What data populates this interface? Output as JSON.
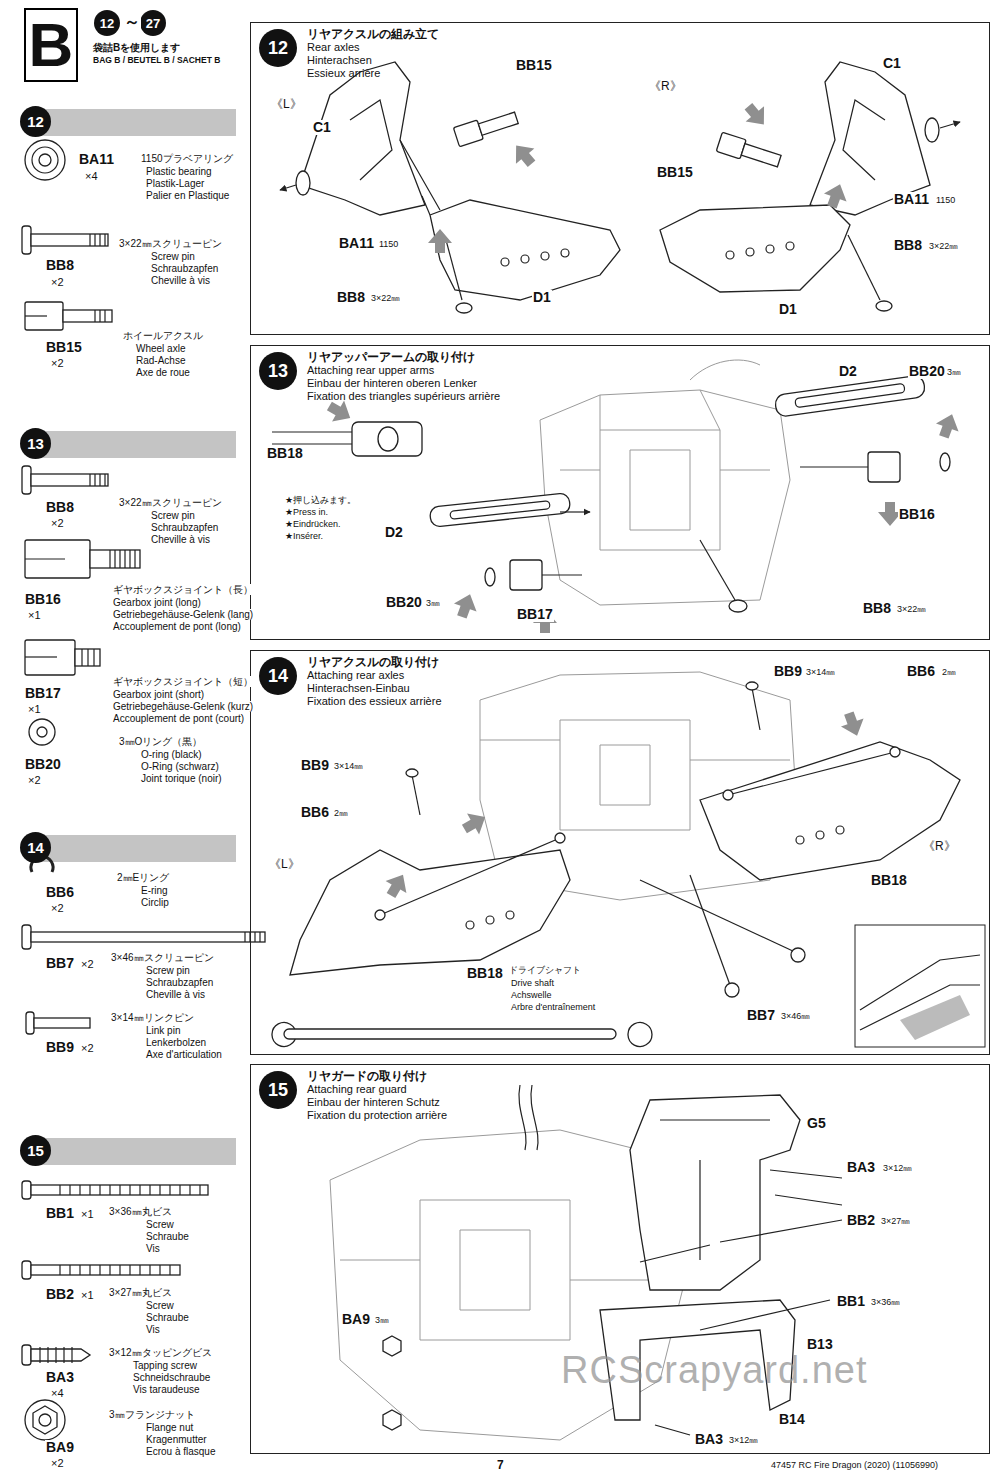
{
  "diagram": {
    "nodes": [
      {
        "text": [
          "B"
        ]
      },
      {
        "text": [
          "12"
        ]
      },
      {
        "text": [
          "27"
        ]
      },
      {
        "text": [
          "12"
        ]
      },
      {
        "text": [
          "13"
        ]
      },
      {
        "text": [
          "14"
        ]
      },
      {
        "text": [
          "15"
        ]
      },
      {
        "text": [
          "リヤアクスルの組み立て",
          "Rear axles",
          "Hinterachsen",
          "Essieux arrière"
        ]
      },
      {
        "text": [
          "12"
        ],
        "in": 7
      },
      {
        "text": [
          "リヤアッパーアームの取り付け",
          "Attaching rear upper arms",
          "Einbau der hinteren oberen Lenker",
          "Fixation des triangles supérieurs arrière"
        ]
      },
      {
        "text": [
          "13"
        ],
        "in": 9
      },
      {
        "text": [
          "リヤアクスルの取り付け",
          "Attaching rear axles",
          "Hinterachsen-Einbau",
          "Fixation des essieux arrière"
        ]
      },
      {
        "text": [
          "14"
        ],
        "in": 11
      },
      {
        "text": [
          "リヤガードの取り付け",
          "Attaching rear guard",
          "Einbau der hinteren Schutz",
          "Fixation du protection arrière"
        ]
      },
      {
        "text": [
          "15"
        ],
        "in": 13
      }
    ],
    "labels": [
      "～",
      "袋詰Bを使用します",
      "BAG B / BEUTEL B / SACHET B",
      "BA11",
      "×4",
      "1150プラベアリング",
      "Plastic bearing",
      "Plastik-Lager",
      "Palier en Plastique",
      "BB8",
      "×2",
      "3×22㎜スクリューピン",
      "Screw pin",
      "Schraubzapfen",
      "Cheville à vis",
      "BB15",
      "×2",
      "ホイールアクスル",
      "Wheel axle",
      "Rad-Achse",
      "Axe de roue",
      "BB8",
      "×2",
      "3×22㎜スクリューピン",
      "Screw pin",
      "Schraubzapfen",
      "Cheville à vis",
      "BB16",
      "×1",
      "ギヤボックスジョイント（長）",
      "Gearbox joint (long)",
      "Getriebegehäuse-Gelenk (lang)",
      "Accouplement de pont (long)",
      "BB17",
      "×1",
      "ギヤボックスジョイント（短）",
      "Gearbox joint (short)",
      "Getriebegehäuse-Gelenk (kurz)",
      "Accouplement de pont (court)",
      "BB20",
      "×2",
      "3㎜Oリング（黒）",
      "O-ring (black)",
      "O-Ring (schwarz)",
      "Joint torique (noir)",
      "BB6",
      "×2",
      "2㎜Eリング",
      "E-ring",
      "Circlip",
      "BB7",
      "×2",
      "3×46㎜スクリューピン",
      "Screw pin",
      "Schraubzapfen",
      "Cheville à vis",
      "BB9",
      "×2",
      "3×14㎜リンクピン",
      "Link pin",
      "Lenkerbolzen",
      "Axe d'articulation",
      "BB1",
      "×1",
      "3×36㎜丸ビス",
      "Screw",
      "Schraube",
      "Vis",
      "BB2",
      "×1",
      "3×27㎜丸ビス",
      "Screw",
      "Schraube",
      "Vis",
      "BA3",
      "×4",
      "3×12㎜タッピングビス",
      "Tapping screw",
      "Schneidschraube",
      "Vis taraudeuse",
      "BA9",
      "×2",
      "3㎜フランジナット",
      "Flange nut",
      "Kragenmutter",
      "Ecrou à flasque",
      "BB15",
      "《L》",
      "C1",
      "BA11",
      "1150",
      "BB8",
      "3×22㎜",
      "D1",
      "《R》",
      "C1",
      "BB15",
      "BA11",
      "1150",
      "BB8",
      "3×22㎜",
      "D1",
      "D2",
      "BB20",
      "3㎜",
      "BB18",
      "★押し込みます。",
      "★Press in.",
      "★Eindrücken.",
      "★Insérer.",
      "D2",
      "BB16",
      "BB20",
      "3㎜",
      "BB17",
      "BB8",
      "3×22㎜",
      "BB9",
      "3×14㎜",
      "BB6",
      "2㎜",
      "BB9",
      "3×14㎜",
      "BB6",
      "2㎜",
      "《L》",
      "《R》",
      "BB18",
      "BB18",
      "ドライブシャフト",
      "Drive shaft",
      "Achswelle",
      "Arbre d'entraînement",
      "BB7",
      "3×46㎜",
      "G5",
      "BA3",
      "3×12㎜",
      "BB2",
      "3×27㎜",
      "BB1",
      "3×36㎜",
      "BA9",
      "3㎜",
      "B13",
      "B14",
      "BA3",
      "3×12㎜",
      "RCScrapyard.net",
      "7",
      "47457 RC Fire Dragon (2020) (11056990)"
    ]
  }
}
